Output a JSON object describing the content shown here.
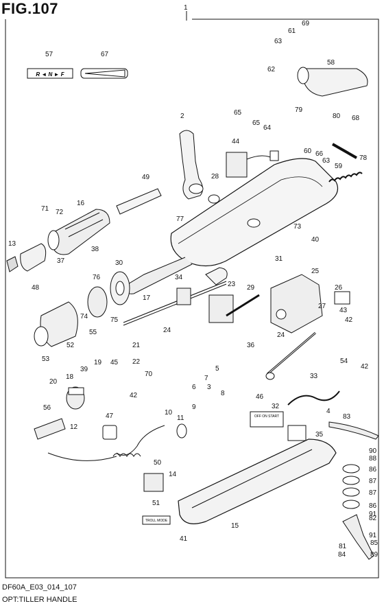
{
  "figure": {
    "title": "FIG.107",
    "code": "DF60A_E03_014_107",
    "caption": "OPT:TILLER HANDLE"
  },
  "labels": {
    "shift_label": "R ◄ N ► F",
    "switch_plate": "OFF ON START",
    "troll_plate": "TROLL MODE"
  },
  "callouts": [
    {
      "id": "1",
      "text": "1"
    },
    {
      "id": "2",
      "text": "2"
    },
    {
      "id": "3",
      "text": "3"
    },
    {
      "id": "4",
      "text": "4"
    },
    {
      "id": "5",
      "text": "5"
    },
    {
      "id": "6",
      "text": "6"
    },
    {
      "id": "7",
      "text": "7"
    },
    {
      "id": "8",
      "text": "8"
    },
    {
      "id": "9",
      "text": "9"
    },
    {
      "id": "10",
      "text": "10"
    },
    {
      "id": "11",
      "text": "11"
    },
    {
      "id": "12",
      "text": "12"
    },
    {
      "id": "13",
      "text": "13"
    },
    {
      "id": "14",
      "text": "14"
    },
    {
      "id": "15",
      "text": "15"
    },
    {
      "id": "16",
      "text": "16"
    },
    {
      "id": "17",
      "text": "17"
    },
    {
      "id": "18",
      "text": "18"
    },
    {
      "id": "19",
      "text": "19"
    },
    {
      "id": "20",
      "text": "20"
    },
    {
      "id": "21",
      "text": "21"
    },
    {
      "id": "22",
      "text": "22"
    },
    {
      "id": "23",
      "text": "23"
    },
    {
      "id": "24a",
      "text": "24"
    },
    {
      "id": "24b",
      "text": "24"
    },
    {
      "id": "25",
      "text": "25"
    },
    {
      "id": "26",
      "text": "26"
    },
    {
      "id": "27",
      "text": "27"
    },
    {
      "id": "28",
      "text": "28"
    },
    {
      "id": "29",
      "text": "29"
    },
    {
      "id": "30",
      "text": "30"
    },
    {
      "id": "31",
      "text": "31"
    },
    {
      "id": "32",
      "text": "32"
    },
    {
      "id": "33",
      "text": "33"
    },
    {
      "id": "34",
      "text": "34"
    },
    {
      "id": "35",
      "text": "35"
    },
    {
      "id": "36",
      "text": "36"
    },
    {
      "id": "37",
      "text": "37"
    },
    {
      "id": "38",
      "text": "38"
    },
    {
      "id": "39",
      "text": "39"
    },
    {
      "id": "40",
      "text": "40"
    },
    {
      "id": "41",
      "text": "41"
    },
    {
      "id": "42a",
      "text": "42"
    },
    {
      "id": "42b",
      "text": "42"
    },
    {
      "id": "42c",
      "text": "42"
    },
    {
      "id": "43",
      "text": "43"
    },
    {
      "id": "44",
      "text": "44"
    },
    {
      "id": "45",
      "text": "45"
    },
    {
      "id": "46",
      "text": "46"
    },
    {
      "id": "47",
      "text": "47"
    },
    {
      "id": "48",
      "text": "48"
    },
    {
      "id": "49",
      "text": "49"
    },
    {
      "id": "50",
      "text": "50"
    },
    {
      "id": "51",
      "text": "51"
    },
    {
      "id": "52",
      "text": "52"
    },
    {
      "id": "53",
      "text": "53"
    },
    {
      "id": "54",
      "text": "54"
    },
    {
      "id": "55",
      "text": "55"
    },
    {
      "id": "56",
      "text": "56"
    },
    {
      "id": "57",
      "text": "57"
    },
    {
      "id": "58",
      "text": "58"
    },
    {
      "id": "59",
      "text": "59"
    },
    {
      "id": "60",
      "text": "60"
    },
    {
      "id": "61",
      "text": "61"
    },
    {
      "id": "62",
      "text": "62"
    },
    {
      "id": "63a",
      "text": "63"
    },
    {
      "id": "63b",
      "text": "63"
    },
    {
      "id": "64",
      "text": "64"
    },
    {
      "id": "65a",
      "text": "65"
    },
    {
      "id": "65b",
      "text": "65"
    },
    {
      "id": "66",
      "text": "66"
    },
    {
      "id": "67",
      "text": "67"
    },
    {
      "id": "68",
      "text": "68"
    },
    {
      "id": "69",
      "text": "69"
    },
    {
      "id": "70",
      "text": "70"
    },
    {
      "id": "71",
      "text": "71"
    },
    {
      "id": "72",
      "text": "72"
    },
    {
      "id": "73",
      "text": "73"
    },
    {
      "id": "74",
      "text": "74"
    },
    {
      "id": "75",
      "text": "75"
    },
    {
      "id": "76",
      "text": "76"
    },
    {
      "id": "77",
      "text": "77"
    },
    {
      "id": "78",
      "text": "78"
    },
    {
      "id": "79",
      "text": "79"
    },
    {
      "id": "80",
      "text": "80"
    },
    {
      "id": "81",
      "text": "81"
    },
    {
      "id": "82",
      "text": "82"
    },
    {
      "id": "83",
      "text": "83"
    },
    {
      "id": "84",
      "text": "84"
    },
    {
      "id": "85",
      "text": "85"
    },
    {
      "id": "86a",
      "text": "86"
    },
    {
      "id": "86b",
      "text": "86"
    },
    {
      "id": "87a",
      "text": "87"
    },
    {
      "id": "87b",
      "text": "87"
    },
    {
      "id": "88",
      "text": "88"
    },
    {
      "id": "89",
      "text": "89"
    },
    {
      "id": "90",
      "text": "90"
    },
    {
      "id": "91a",
      "text": "91"
    },
    {
      "id": "91b",
      "text": "91"
    }
  ]
}
